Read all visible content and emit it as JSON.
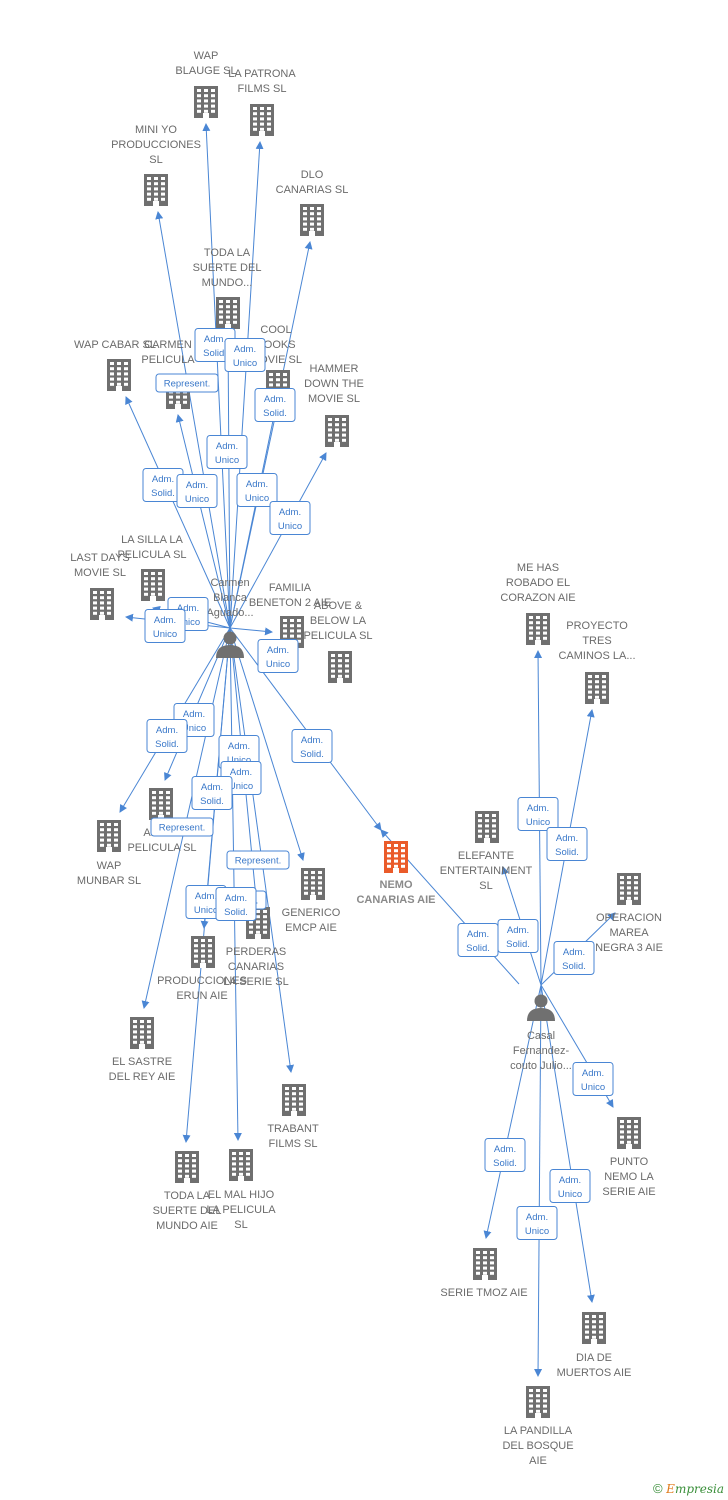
{
  "colors": {
    "edge": "#4a86d4",
    "building": "#6f6f6f",
    "focus": "#ea5b2a",
    "person": "#707070",
    "label_border": "#4a86d4",
    "label_text": "#3a78c9"
  },
  "nodes": [
    {
      "id": "carmen",
      "type": "person",
      "lines": [
        "Carmen",
        "Blanca",
        "Aguado..."
      ]
    },
    {
      "id": "casal",
      "type": "person",
      "lines": [
        "Casal",
        "Fernandez-",
        "couto Julio..."
      ]
    },
    {
      "id": "nemo",
      "type": "focus",
      "lines": [
        "NEMO",
        "CANARIAS AIE"
      ]
    },
    {
      "id": "wap_blauge",
      "type": "company",
      "lines": [
        "WAP",
        "BLAUGE  SL"
      ]
    },
    {
      "id": "patrona",
      "type": "company",
      "lines": [
        "LA PATRONA",
        "FILMS  SL"
      ]
    },
    {
      "id": "mini_yo",
      "type": "company",
      "lines": [
        "MINI YO",
        "PRODUCCIONES",
        "SL"
      ]
    },
    {
      "id": "dlo",
      "type": "company",
      "lines": [
        "DLO",
        "CANARIAS  SL"
      ]
    },
    {
      "id": "toda_suerte_sl",
      "type": "company",
      "lines": [
        "TODA LA",
        "SUERTE DEL",
        "MUNDO..."
      ]
    },
    {
      "id": "wap_cabar",
      "type": "company",
      "lines": [
        "WAP CABAR  SL"
      ]
    },
    {
      "id": "carmen_pelicula",
      "type": "company",
      "lines": [
        "CARMEN",
        "PELICULA"
      ]
    },
    {
      "id": "cool_books",
      "type": "company",
      "lines": [
        "COOL",
        "BOOKS",
        "MOVIE  SL"
      ]
    },
    {
      "id": "hammer",
      "type": "company",
      "lines": [
        "HAMMER",
        "DOWN THE",
        "MOVIE  SL"
      ]
    },
    {
      "id": "silla",
      "type": "company",
      "lines": [
        "LA SILLA LA",
        "PELICULA  SL"
      ]
    },
    {
      "id": "last_days",
      "type": "company",
      "lines": [
        "LAST DAYS",
        "MOVIE  SL"
      ]
    },
    {
      "id": "familia",
      "type": "company",
      "lines": [
        "FAMILIA",
        "BENETON 2 AIE"
      ]
    },
    {
      "id": "above",
      "type": "company",
      "lines": [
        "ABOVE &",
        "BELOW LA",
        "PELICULA  SL"
      ]
    },
    {
      "id": "angel",
      "type": "company",
      "lines": [
        "ANGEL",
        "PELICULA  SL"
      ]
    },
    {
      "id": "wap_munbar",
      "type": "company",
      "lines": [
        "WAP",
        "MUNBAR  SL"
      ]
    },
    {
      "id": "generico",
      "type": "company",
      "lines": [
        "GENERICO",
        "EMCP AIE"
      ]
    },
    {
      "id": "perderas",
      "type": "company",
      "lines": [
        "PERDERAS",
        "CANARIAS",
        "LA SERIE  SL"
      ]
    },
    {
      "id": "producciones_erun",
      "type": "company",
      "lines": [
        "PRODUCCIONES",
        "ERUN AIE"
      ]
    },
    {
      "id": "sastre",
      "type": "company",
      "lines": [
        "EL SASTRE",
        "DEL REY AIE"
      ]
    },
    {
      "id": "trabant",
      "type": "company",
      "lines": [
        "TRABANT",
        "FILMS  SL"
      ]
    },
    {
      "id": "toda_aie",
      "type": "company",
      "lines": [
        "TODA LA",
        "SUERTE DEL",
        "MUNDO AIE"
      ]
    },
    {
      "id": "mal_hijo",
      "type": "company",
      "lines": [
        "EL MAL HIJO",
        "LA PELICULA",
        "SL"
      ]
    },
    {
      "id": "me_has",
      "type": "company",
      "lines": [
        "ME HAS",
        "ROBADO EL",
        "CORAZON AIE"
      ]
    },
    {
      "id": "proyecto",
      "type": "company",
      "lines": [
        "PROYECTO",
        "TRES",
        "CAMINOS LA..."
      ]
    },
    {
      "id": "elefante",
      "type": "company",
      "lines": [
        "ELEFANTE",
        "ENTERTAINMENT",
        "SL"
      ]
    },
    {
      "id": "operacion",
      "type": "company",
      "lines": [
        "OPERACION",
        "MAREA",
        "NEGRA 3  AIE"
      ]
    },
    {
      "id": "punto",
      "type": "company",
      "lines": [
        "PUNTO",
        "NEMO LA",
        "SERIE AIE"
      ]
    },
    {
      "id": "serie_tmoz",
      "type": "company",
      "lines": [
        "SERIE TMOZ AIE"
      ]
    },
    {
      "id": "dia",
      "type": "company",
      "lines": [
        "DIA DE",
        "MUERTOS  AIE"
      ]
    },
    {
      "id": "pandilla",
      "type": "company",
      "lines": [
        "LA PANDILLA",
        "DEL BOSQUE",
        "AIE"
      ]
    }
  ],
  "edges": [
    {
      "from": "carmen",
      "to": "wap_blauge"
    },
    {
      "from": "carmen",
      "to": "patrona"
    },
    {
      "from": "carmen",
      "to": "mini_yo"
    },
    {
      "from": "carmen",
      "to": "dlo"
    },
    {
      "from": "carmen",
      "to": "toda_suerte_sl"
    },
    {
      "from": "carmen",
      "to": "wap_cabar"
    },
    {
      "from": "carmen",
      "to": "carmen_pelicula"
    },
    {
      "from": "carmen",
      "to": "cool_books"
    },
    {
      "from": "carmen",
      "to": "hammer"
    },
    {
      "from": "carmen",
      "to": "silla"
    },
    {
      "from": "carmen",
      "to": "last_days"
    },
    {
      "from": "carmen",
      "to": "familia"
    },
    {
      "from": "carmen",
      "to": "nemo"
    },
    {
      "from": "carmen",
      "to": "wap_munbar"
    },
    {
      "from": "carmen",
      "to": "angel"
    },
    {
      "from": "carmen",
      "to": "generico"
    },
    {
      "from": "carmen",
      "to": "perderas"
    },
    {
      "from": "carmen",
      "to": "producciones_erun"
    },
    {
      "from": "carmen",
      "to": "sastre"
    },
    {
      "from": "carmen",
      "to": "trabant"
    },
    {
      "from": "carmen",
      "to": "toda_aie"
    },
    {
      "from": "carmen",
      "to": "mal_hijo"
    },
    {
      "from": "casal",
      "to": "nemo"
    },
    {
      "from": "casal",
      "to": "me_has"
    },
    {
      "from": "casal",
      "to": "proyecto"
    },
    {
      "from": "casal",
      "to": "elefante"
    },
    {
      "from": "casal",
      "to": "operacion"
    },
    {
      "from": "casal",
      "to": "punto"
    },
    {
      "from": "casal",
      "to": "serie_tmoz"
    },
    {
      "from": "casal",
      "to": "dia"
    },
    {
      "from": "casal",
      "to": "pandilla"
    }
  ],
  "edge_labels": [
    {
      "lines": [
        "Adm.",
        "Solid."
      ]
    },
    {
      "lines": [
        "Adm.",
        "Unico"
      ]
    },
    {
      "lines": [
        "Represent."
      ]
    },
    {
      "lines": [
        "Adm.",
        "Solid."
      ]
    },
    {
      "lines": [
        "Adm.",
        "Unico"
      ]
    },
    {
      "lines": [
        "Adm.",
        "Solid."
      ]
    },
    {
      "lines": [
        "Adm.",
        "Unico"
      ]
    },
    {
      "lines": [
        "Adm.",
        "Unico"
      ]
    },
    {
      "lines": [
        "Adm.",
        "Unico"
      ]
    },
    {
      "lines": [
        "Adm.",
        "Unico"
      ]
    },
    {
      "lines": [
        "Adm.",
        "Unico"
      ]
    },
    {
      "lines": [
        "Adm.",
        "Unico"
      ]
    },
    {
      "lines": [
        "Adm.",
        "Unico"
      ]
    },
    {
      "lines": [
        "Adm.",
        "Solid."
      ]
    },
    {
      "lines": [
        "Adm.",
        "Unico"
      ]
    },
    {
      "lines": [
        "Represent."
      ]
    },
    {
      "lines": [
        "Adm.",
        "Solid."
      ]
    },
    {
      "lines": [
        "Adm.",
        "Unico"
      ]
    },
    {
      "lines": [
        "Adm.",
        "Solid."
      ]
    },
    {
      "lines": [
        "Represent."
      ]
    },
    {
      "lines": [
        "Represent."
      ]
    },
    {
      "lines": [
        "Adm.",
        "Unico"
      ]
    },
    {
      "lines": [
        "Adm.",
        "Solid."
      ]
    },
    {
      "lines": [
        "Adm.",
        "Unico"
      ]
    },
    {
      "lines": [
        "Adm.",
        "Solid."
      ]
    },
    {
      "lines": [
        "Adm.",
        "Solid."
      ]
    },
    {
      "lines": [
        "Adm.",
        "Solid."
      ]
    },
    {
      "lines": [
        "Adm.",
        "Solid."
      ]
    },
    {
      "lines": [
        "Adm.",
        "Unico"
      ]
    },
    {
      "lines": [
        "Adm.",
        "Solid."
      ]
    },
    {
      "lines": [
        "Adm.",
        "Unico"
      ]
    },
    {
      "lines": [
        "Adm.",
        "Unico"
      ]
    }
  ],
  "footer": {
    "symbol": "©",
    "brand_e": "E",
    "brand_rest": "mpresia"
  }
}
